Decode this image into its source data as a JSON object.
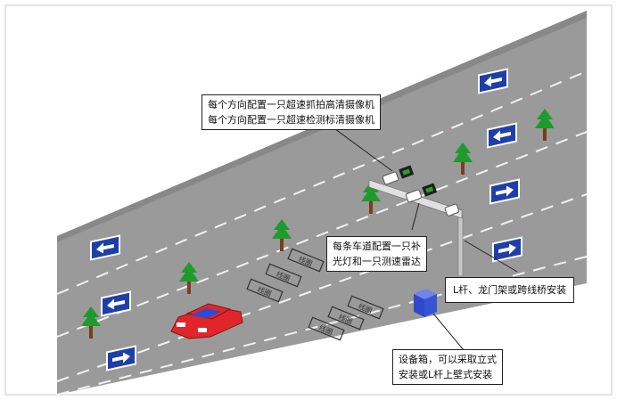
{
  "colors": {
    "road": "#9a9a9a",
    "road_edge": "#7d7d7d",
    "lane_dash": "#f2f2f2",
    "sign_blue": "#1f3fa8",
    "tree_green": "#1f9a2c",
    "tree_trunk": "#7a3e1a",
    "car_red": "#e0262a",
    "car_window": "#2b4bd6",
    "equipment_box": "#3555d8"
  },
  "callouts": {
    "cameras": {
      "line1": "每个方向配置一只超速抓拍高清摄像机",
      "line2": "每个方向配置一只超速检测标清摄像机"
    },
    "radar": {
      "line1": "每条车道配置一只补",
      "line2": "光灯和一只测速雷达"
    },
    "pole": {
      "line1": "L杆、龙门架或跨线桥安装"
    },
    "cabinet": {
      "line1": "设备箱，可以采取立式",
      "line2": "安装或L杆上壁式安装"
    }
  },
  "coil_label": "线圈",
  "icons": {
    "lane_arrow": "lane-direction-arrow-sign-icon",
    "tree": "roadside-tree-icon",
    "car": "red-car-icon",
    "camera": "speed-camera-icon",
    "box": "equipment-box-icon"
  }
}
